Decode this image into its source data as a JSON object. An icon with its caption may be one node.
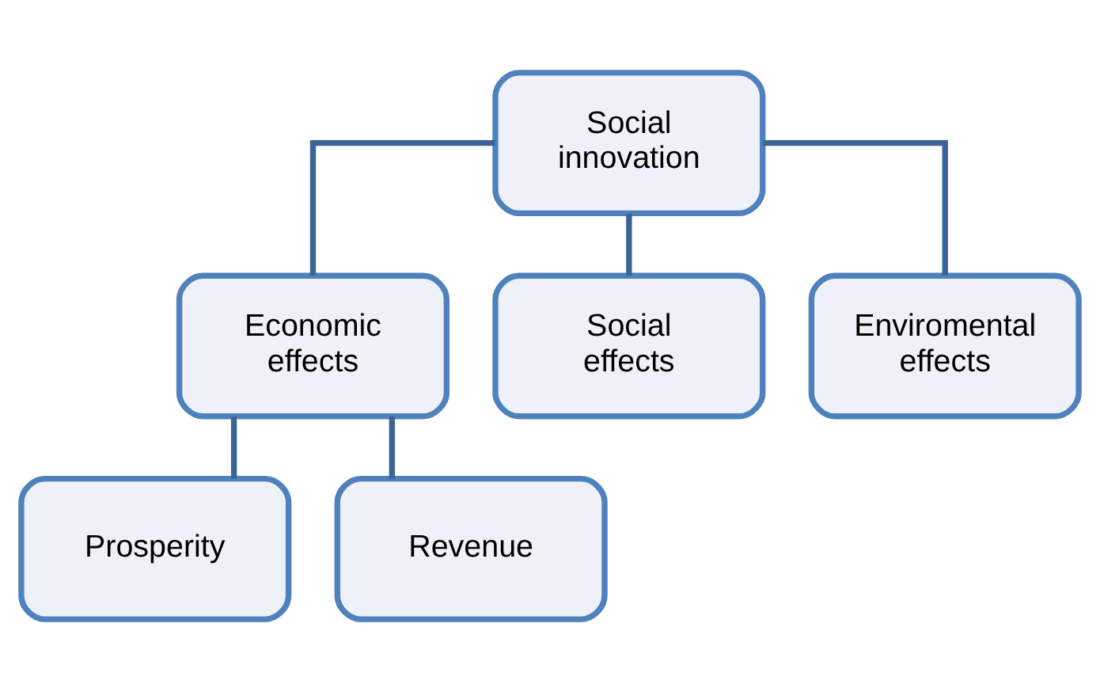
{
  "diagram": {
    "nodes": [
      {
        "text": [
          "Social innovation"
        ]
      },
      {
        "text": [
          "Economic effects"
        ]
      },
      {
        "text": [
          "Social effects"
        ]
      },
      {
        "text": [
          "Enviromental effects"
        ]
      },
      {
        "text": [
          "Prosperity"
        ]
      },
      {
        "text": [
          "Revenue"
        ]
      }
    ],
    "edges": [
      {
        "from": 0,
        "to": 1,
        "arrow": "none"
      },
      {
        "from": 0,
        "to": 2,
        "arrow": "none"
      },
      {
        "from": 0,
        "to": 3,
        "arrow": "none"
      },
      {
        "from": 1,
        "to": 4,
        "arrow": "none"
      },
      {
        "from": 1,
        "to": 5,
        "arrow": "none"
      }
    ]
  }
}
